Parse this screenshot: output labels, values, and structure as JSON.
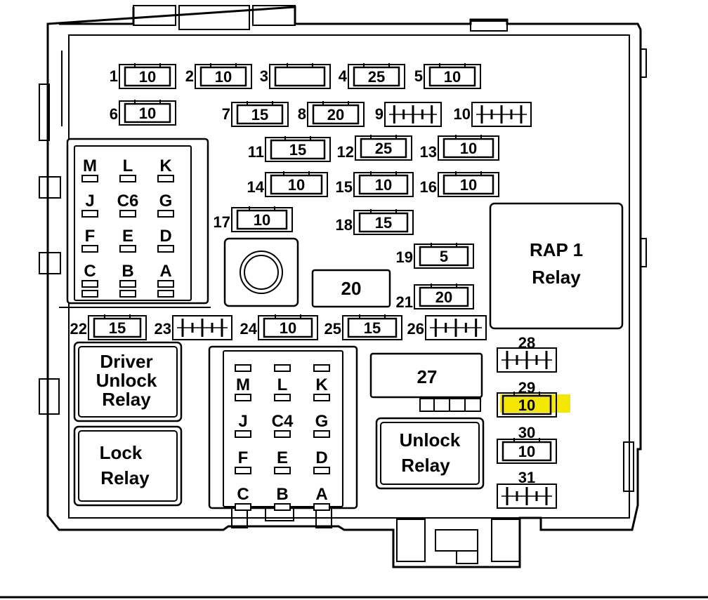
{
  "fuses": [
    {
      "num": "1",
      "value": "10"
    },
    {
      "num": "2",
      "value": "10"
    },
    {
      "num": "3",
      "value": ""
    },
    {
      "num": "4",
      "value": "25"
    },
    {
      "num": "5",
      "value": "10"
    },
    {
      "num": "6",
      "value": "10"
    },
    {
      "num": "7",
      "value": "15"
    },
    {
      "num": "8",
      "value": "20"
    },
    {
      "num": "9",
      "value": ""
    },
    {
      "num": "10",
      "value": ""
    },
    {
      "num": "11",
      "value": "15"
    },
    {
      "num": "12",
      "value": "25"
    },
    {
      "num": "13",
      "value": "10"
    },
    {
      "num": "14",
      "value": "10"
    },
    {
      "num": "15",
      "value": "10"
    },
    {
      "num": "16",
      "value": "10"
    },
    {
      "num": "17",
      "value": "10"
    },
    {
      "num": "18",
      "value": "15"
    },
    {
      "num": "19",
      "value": "5"
    },
    {
      "num": "21",
      "value": "20"
    },
    {
      "num": "22",
      "value": "15"
    },
    {
      "num": "23",
      "value": ""
    },
    {
      "num": "24",
      "value": "10"
    },
    {
      "num": "25",
      "value": "15"
    },
    {
      "num": "26",
      "value": ""
    },
    {
      "num": "28",
      "value": ""
    },
    {
      "num": "29",
      "value": "10",
      "highlight": true
    },
    {
      "num": "30",
      "value": "10"
    },
    {
      "num": "31",
      "value": ""
    }
  ],
  "maxi_fuses": {
    "fuse_20": "20",
    "fuse_27": "27"
  },
  "relays": {
    "rap": [
      "RAP 1",
      "Relay"
    ],
    "driver_unlock": [
      "Driver",
      "Unlock",
      "Relay"
    ],
    "lock": [
      "Lock",
      "Relay"
    ],
    "unlock": [
      "Unlock",
      "Relay"
    ]
  },
  "connectors": {
    "c6": {
      "name": "C6",
      "labels": [
        "M",
        "L",
        "K",
        "J",
        "G",
        "F",
        "E",
        "D",
        "C",
        "B",
        "A"
      ]
    },
    "c4": {
      "name": "C4",
      "labels": [
        "M",
        "L",
        "K",
        "J",
        "G",
        "F",
        "E",
        "D",
        "C",
        "B",
        "A"
      ]
    }
  },
  "colors": {
    "highlight": "#f5e800",
    "line": "#000000",
    "background": "#ffffff"
  }
}
